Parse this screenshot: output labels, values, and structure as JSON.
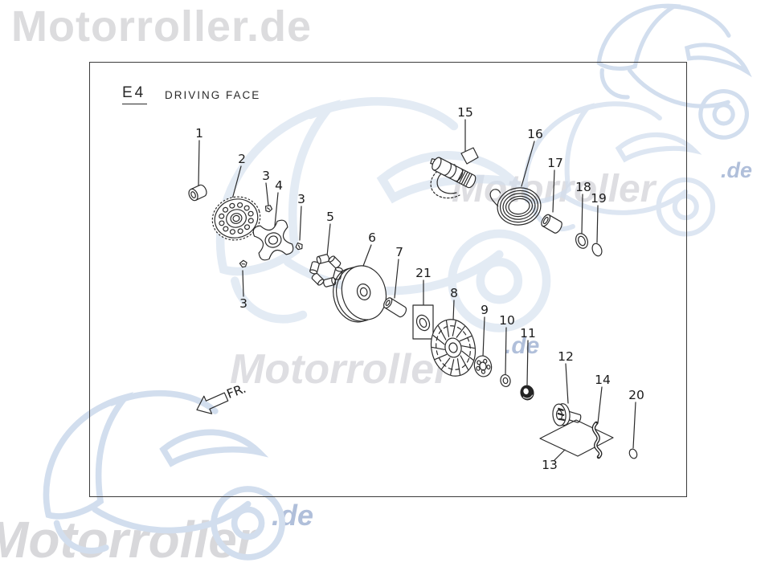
{
  "header": {
    "section_code": "E4",
    "section_title": "DRIVING FACE"
  },
  "direction_label": "FR.",
  "watermarks": {
    "top": "Motorroller.de",
    "brand": "Motorroller",
    "domain": ".de",
    "gray_color": "#dcdcde",
    "blue_color": "#b0bfda",
    "bike_art_color": "#d2deee"
  },
  "callouts": [
    "1",
    "2",
    "3",
    "4",
    "3",
    "3",
    "5",
    "6",
    "7",
    "21",
    "8",
    "9",
    "10",
    "11",
    "15",
    "16",
    "17",
    "18",
    "19",
    "12",
    "13",
    "14",
    "20"
  ]
}
